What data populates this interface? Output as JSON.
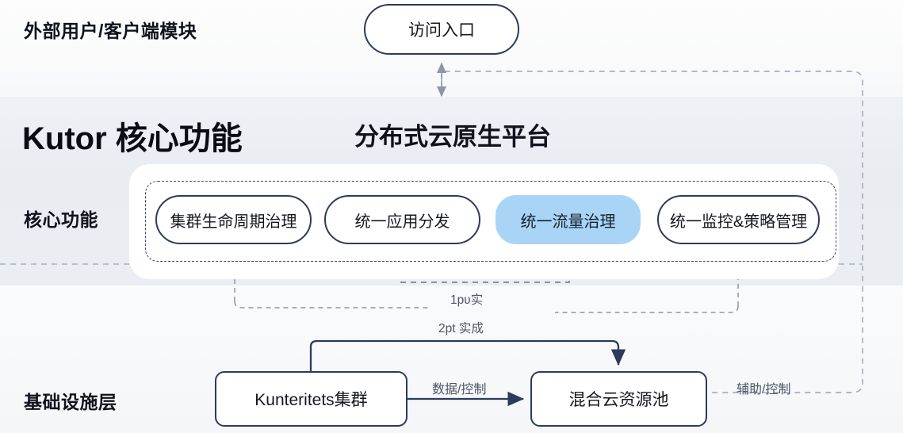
{
  "rows": {
    "external_label": "外部用户/客户端模块",
    "core_label": "核心功能",
    "infra_label": "基础设施层"
  },
  "headline": {
    "main": "Kutor 核心功能",
    "sub": "分布式云原生平台"
  },
  "access": {
    "label": "访问入口"
  },
  "core_functions": [
    {
      "label": "集群生命周期治理",
      "highlighted": false
    },
    {
      "label": "统一应用分发",
      "highlighted": false
    },
    {
      "label": "统一流量治理",
      "highlighted": true
    },
    {
      "label": "统一监控&策略管理",
      "highlighted": false
    }
  ],
  "infrastructure": [
    {
      "label": "Kunteritets集群"
    },
    {
      "label": "混合云资源池"
    }
  ],
  "edge_labels": {
    "one_pt": "1pʋ实",
    "two_pt": "2pt 实成",
    "data_control": "数据/控制",
    "aux_control": "辅助/控制"
  },
  "colors": {
    "stroke_navy": "#2d3a5c",
    "accent_blue": "#a9d4f5",
    "dashed_grey": "#9aa3b2",
    "band_mid": "#eaeef3"
  }
}
